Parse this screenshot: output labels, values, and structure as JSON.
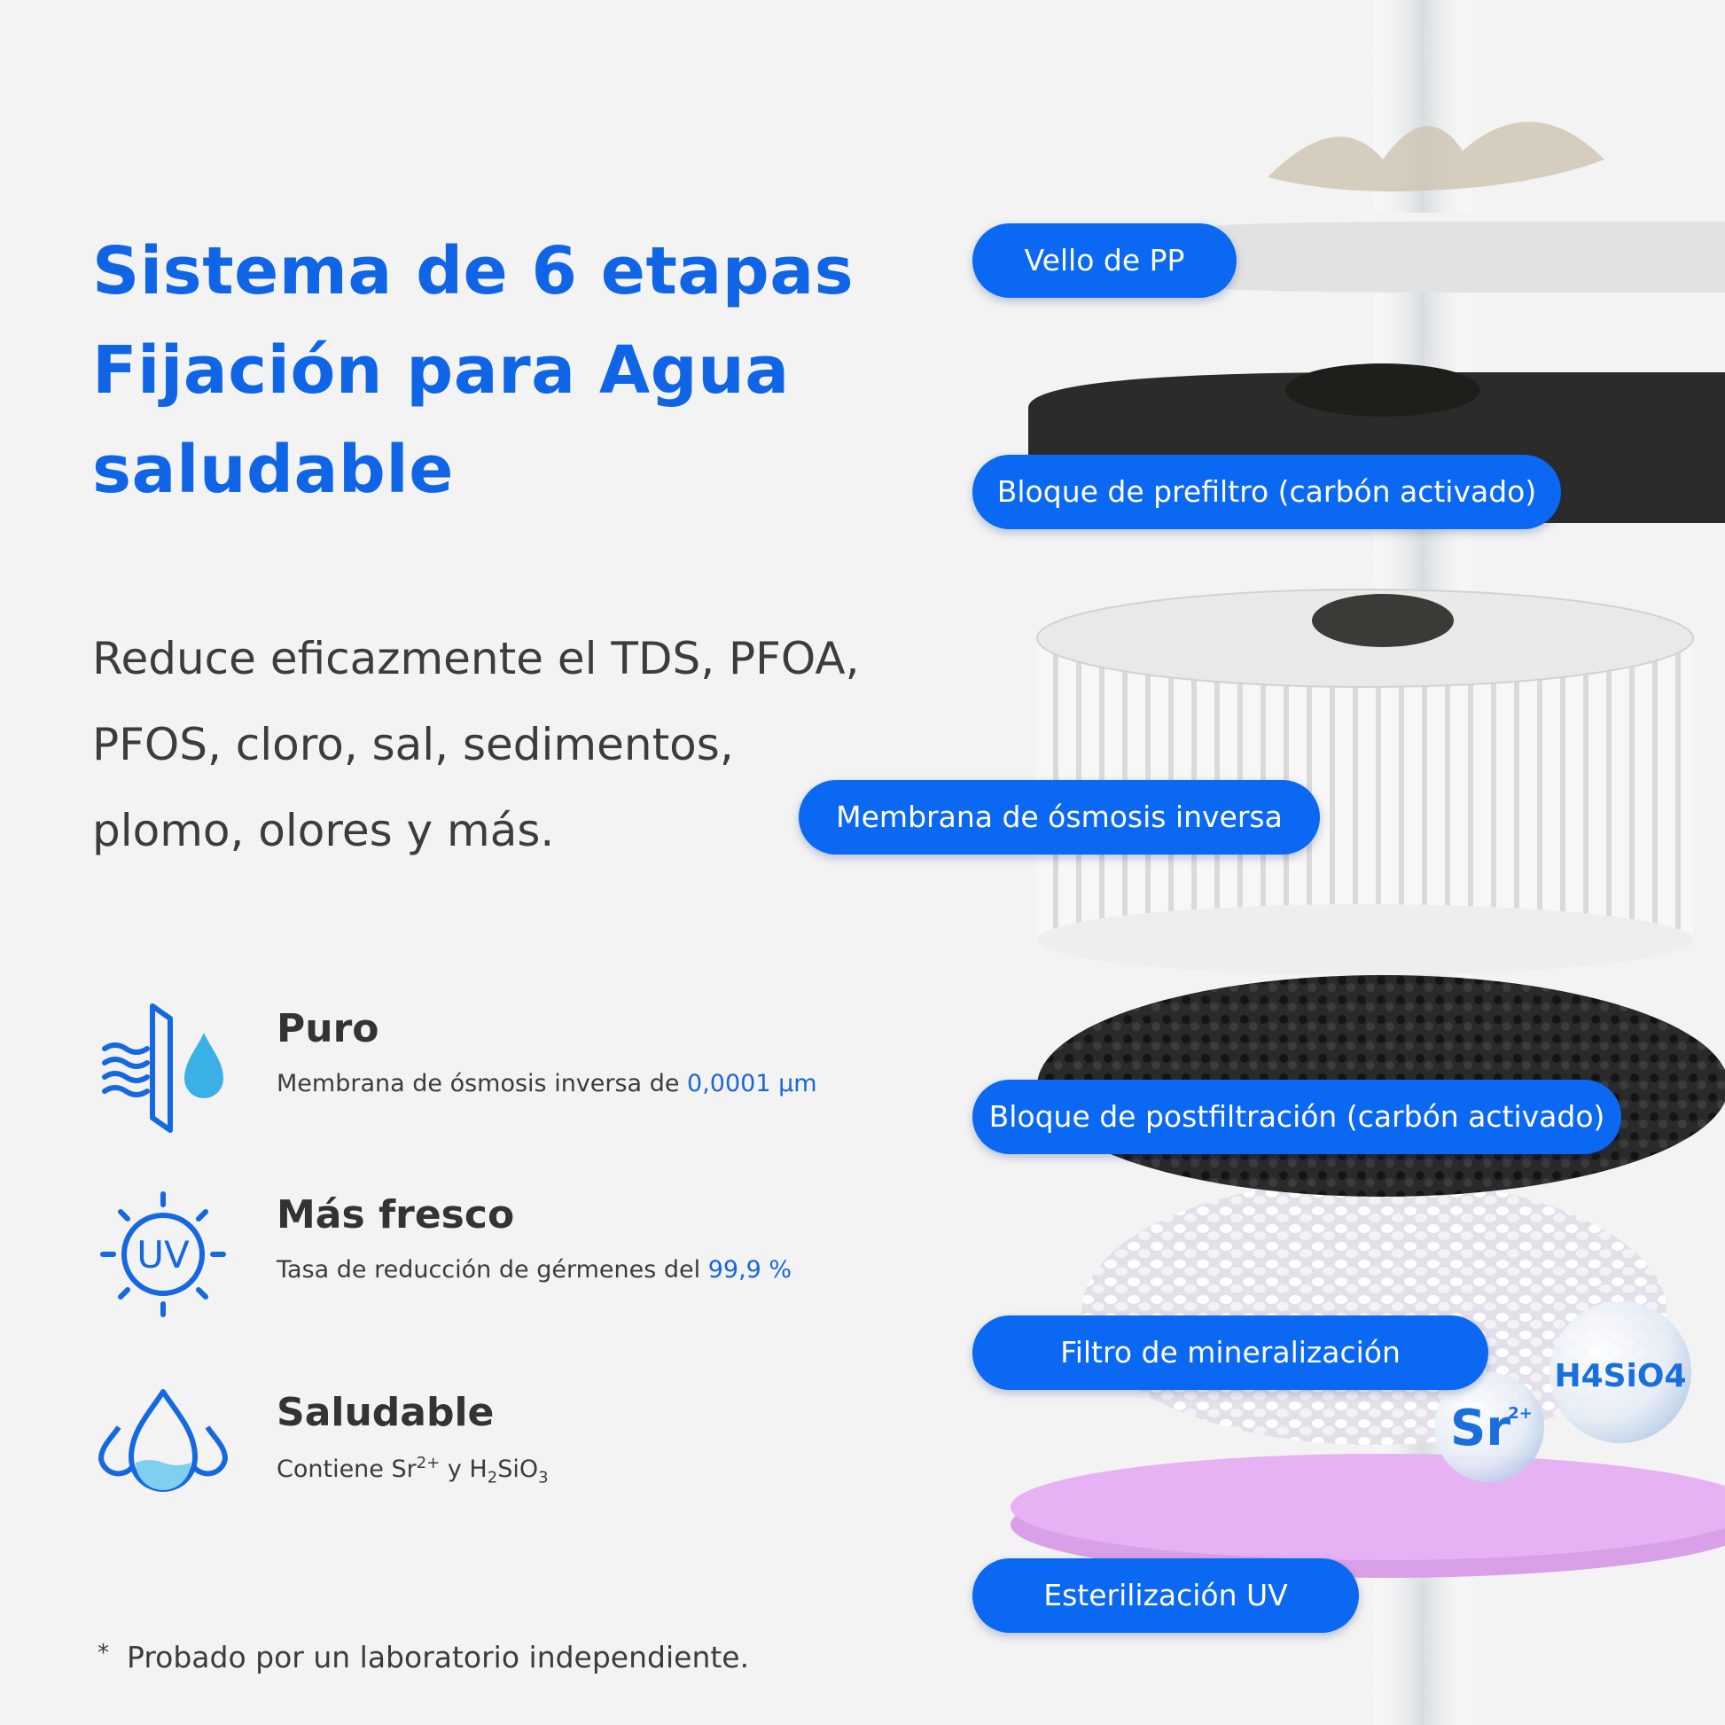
{
  "title_lines": [
    "Sistema de 6 etapas",
    "Fijación para Agua",
    "saludable"
  ],
  "description_lines": [
    "Reduce eficazmente el TDS, PFOA,",
    "PFOS, cloro, sal, sedimentos,",
    "plomo, olores y más."
  ],
  "features": [
    {
      "icon": "membrane-drop-icon",
      "name": "Puro",
      "text": "Membrana de ósmosis inversa de",
      "highlight": "0,0001 μm"
    },
    {
      "icon": "uv-sun-icon",
      "name": "Más fresco",
      "text": "Tasa de reducción de gérmenes del",
      "highlight": "99,9 %"
    },
    {
      "icon": "water-drops-icon",
      "name": "Saludable",
      "text": "Contiene Sr",
      "sup": "2+",
      "text2": " y H",
      "sub1": "2",
      "text3": "SiO",
      "sub2": "3"
    }
  ],
  "footnote": {
    "mark": "*",
    "text": "Probado por un laboratorio independiente."
  },
  "stages": [
    "Vello de PP",
    "Bloque de prefiltro (carbón activado)",
    "Membrana de ósmosis inversa",
    "Bloque de postfiltración (carbón activado)",
    "Filtro de mineralización",
    "Esterilización UV"
  ],
  "bubbles": {
    "silicic": "H4SiO4",
    "strontium": "Sr",
    "strontium_charge": "2+"
  },
  "colors": {
    "accent": "#1064e6",
    "pill": "#0a68f2",
    "text": "#3c3c3c",
    "uv_layer": "#e6b2f3"
  }
}
